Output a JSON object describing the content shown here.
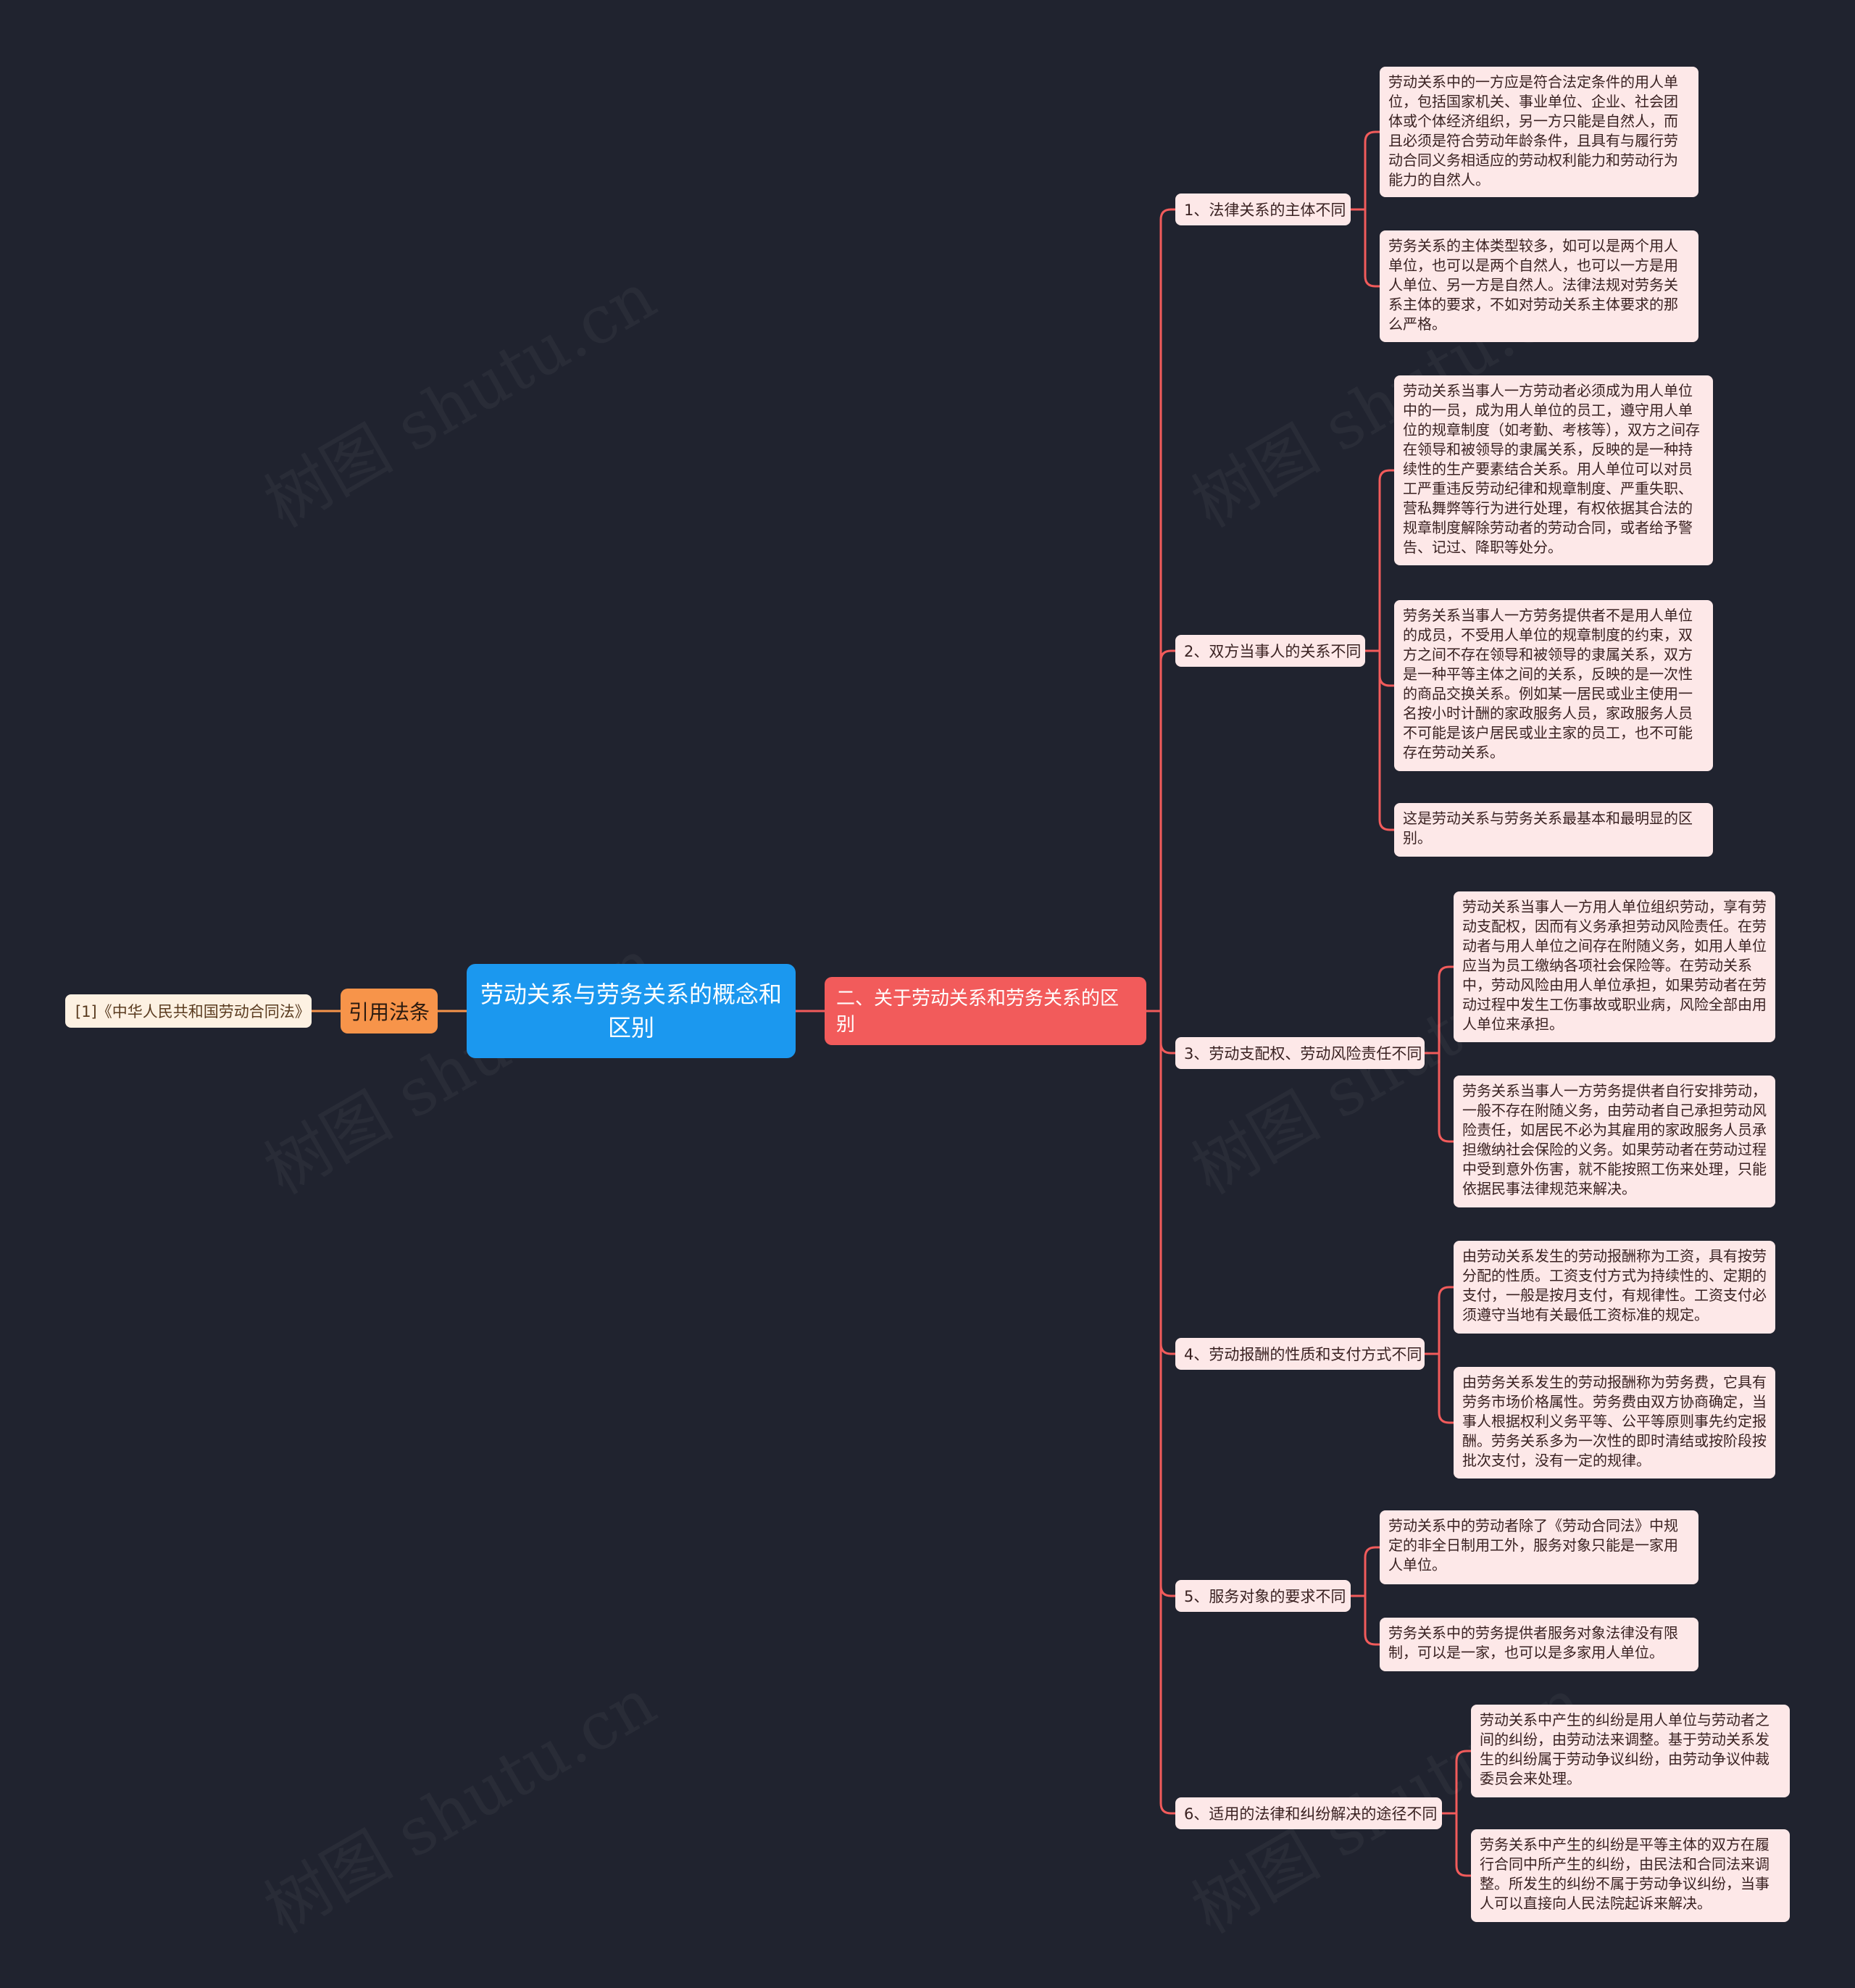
{
  "root": {
    "title": "劳动关系与劳务关系的概念和区别"
  },
  "citation": {
    "label": "引用法条",
    "item": "[1]《中华人民共和国劳动合同法》"
  },
  "main": {
    "title": "二、关于劳动关系和劳务关系的区别"
  },
  "branches": [
    {
      "title": "1、法律关系的主体不同",
      "leaves": [
        "劳动关系中的一方应是符合法定条件的用人单位，包括国家机关、事业单位、企业、社会团体或个体经济组织，另一方只能是自然人，而且必须是符合劳动年龄条件，且具有与履行劳动合同义务相适应的劳动权利能力和劳动行为能力的自然人。",
        "劳务关系的主体类型较多，如可以是两个用人单位，也可以是两个自然人，也可以一方是用人单位、另一方是自然人。法律法规对劳务关系主体的要求，不如对劳动关系主体要求的那么严格。"
      ]
    },
    {
      "title": "2、双方当事人的关系不同",
      "leaves": [
        "劳动关系当事人一方劳动者必须成为用人单位中的一员，成为用人单位的员工，遵守用人单位的规章制度（如考勤、考核等），双方之间存在领导和被领导的隶属关系，反映的是一种持续性的生产要素结合关系。用人单位可以对员工严重违反劳动纪律和规章制度、严重失职、营私舞弊等行为进行处理，有权依据其合法的规章制度解除劳动者的劳动合同，或者给予警告、记过、降职等处分。",
        "劳务关系当事人一方劳务提供者不是用人单位的成员，不受用人单位的规章制度的约束，双方之间不存在领导和被领导的隶属关系，双方是一种平等主体之间的关系，反映的是一次性的商品交换关系。例如某一居民或业主使用一名按小时计酬的家政服务人员，家政服务人员不可能是该户居民或业主家的员工，也不可能存在劳动关系。",
        "这是劳动关系与劳务关系最基本和最明显的区别。"
      ]
    },
    {
      "title": "3、劳动支配权、劳动风险责任不同",
      "leaves": [
        "劳动关系当事人一方用人单位组织劳动，享有劳动支配权，因而有义务承担劳动风险责任。在劳动者与用人单位之间存在附随义务，如用人单位应当为员工缴纳各项社会保险等。在劳动关系中，劳动风险由用人单位承担，如果劳动者在劳动过程中发生工伤事故或职业病，风险全部由用人单位来承担。",
        "劳务关系当事人一方劳务提供者自行安排劳动，一般不存在附随义务，由劳动者自己承担劳动风险责任，如居民不必为其雇用的家政服务人员承担缴纳社会保险的义务。如果劳动者在劳动过程中受到意外伤害，就不能按照工伤来处理，只能依据民事法律规范来解决。"
      ]
    },
    {
      "title": "4、劳动报酬的性质和支付方式不同",
      "leaves": [
        "由劳动关系发生的劳动报酬称为工资，具有按劳分配的性质。工资支付方式为持续性的、定期的支付，一般是按月支付，有规律性。工资支付必须遵守当地有关最低工资标准的规定。",
        "由劳务关系发生的劳动报酬称为劳务费，它具有劳务市场价格属性。劳务费由双方协商确定，当事人根据权利义务平等、公平等原则事先约定报酬。劳务关系多为一次性的即时清结或按阶段按批次支付，没有一定的规律。"
      ]
    },
    {
      "title": "5、服务对象的要求不同",
      "leaves": [
        "劳动关系中的劳动者除了《劳动合同法》中规定的非全日制用工外，服务对象只能是一家用人单位。",
        "劳务关系中的劳务提供者服务对象法律没有限制，可以是一家，也可以是多家用人单位。"
      ]
    },
    {
      "title": "6、适用的法律和纠纷解决的途径不同",
      "leaves": [
        "劳动关系中产生的纠纷是用人单位与劳动者之间的纠纷，由劳动法来调整。基于劳动关系发生的纠纷属于劳动争议纠纷，由劳动争议仲裁委员会来处理。",
        "劳务关系中产生的纠纷是平等主体的双方在履行合同中所产生的纠纷，由民法和合同法来调整。所发生的纠纷不属于劳动争议纠纷，当事人可以直接向人民法院起诉来解决。"
      ]
    }
  ],
  "watermark": "树图 shutu.cn",
  "colors": {
    "background": "#20232f",
    "root": "#1b98ef",
    "main": "#f25b5b",
    "cite_label": "#f7944a",
    "link": "#f25b5b",
    "leaf_bg": "#fde8e8"
  }
}
